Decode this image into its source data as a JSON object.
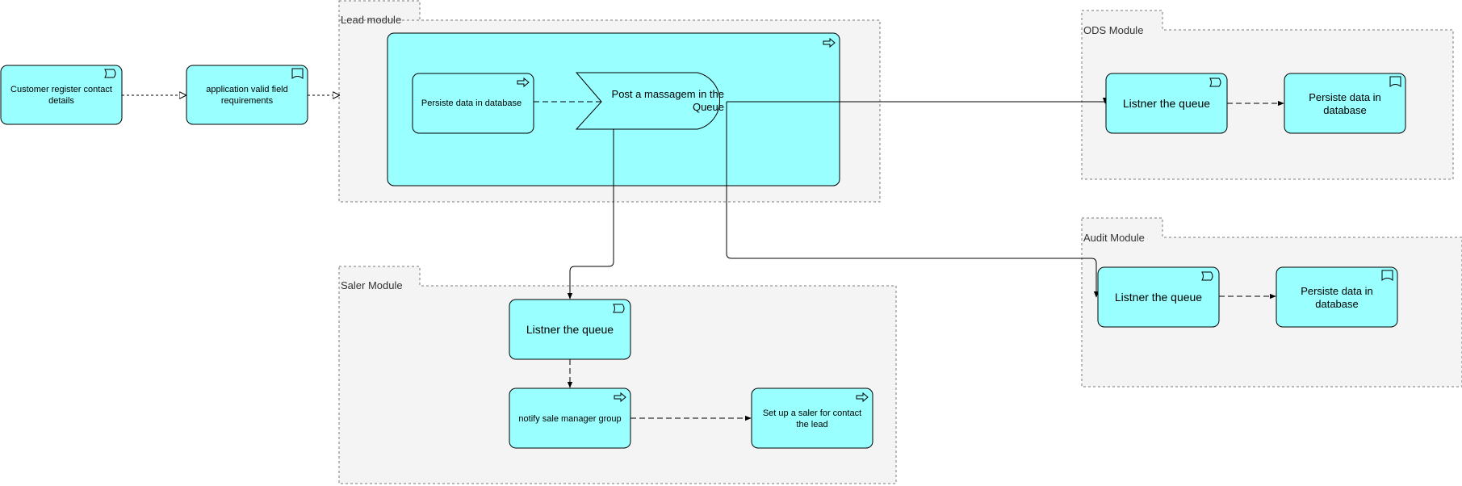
{
  "colors": {
    "node_fill": "#99ffff",
    "module_fill": "#f4f4f4",
    "stroke": "#000000"
  },
  "modules": {
    "lead": "Lead module",
    "ods": "ODS Module",
    "audit": "Audit Module",
    "saler": "Saler Module"
  },
  "nodes": {
    "customer_register": {
      "line1": "Customer register contact",
      "line2": "details",
      "icon": "process-event-icon"
    },
    "app_valid": {
      "line1": "application valid field",
      "line2": "requirements",
      "icon": "flag-icon"
    },
    "lead_persist": {
      "line1": "Persiste data in database",
      "icon": "arrow-right-icon"
    },
    "post_message": {
      "line1": "Post a massagem in the",
      "line2": "Queue"
    },
    "ods_listener": {
      "line1": "Listner the queue",
      "icon": "process-event-icon"
    },
    "ods_persist": {
      "line1": "Persiste data in",
      "line2": "database",
      "icon": "flag-icon"
    },
    "audit_listener": {
      "line1": "Listner the queue",
      "icon": "process-event-icon"
    },
    "audit_persist": {
      "line1": "Persiste data in",
      "line2": "database",
      "icon": "flag-icon"
    },
    "saler_listener": {
      "line1": "Listner the queue",
      "icon": "process-event-icon"
    },
    "notify_group": {
      "line1": "notify sale manager group",
      "icon": "arrow-right-icon"
    },
    "setup_saler": {
      "line1": "Set up a saler for contact",
      "line2": "the lead",
      "icon": "arrow-right-icon"
    }
  }
}
